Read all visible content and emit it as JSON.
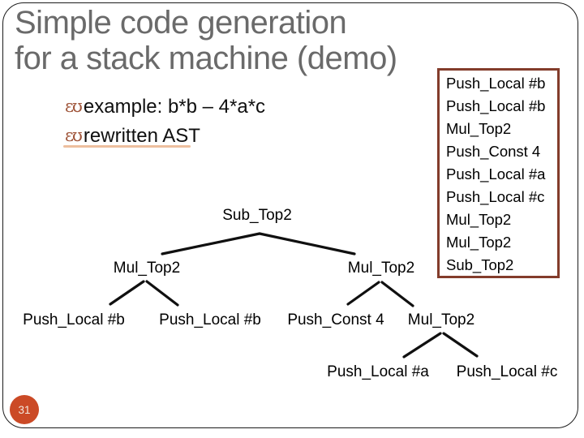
{
  "slide": {
    "title": {
      "line1": "Simple code generation",
      "line2": "for a stack machine (demo)"
    },
    "page_number": "31"
  },
  "bullets": {
    "icon_name": "swirl-bullet-icon",
    "icon_glyph": "εʊ",
    "items": [
      {
        "label": "example: b*b – 4*a*c"
      },
      {
        "label": "rewritten AST"
      }
    ]
  },
  "tree": {
    "nodes": {
      "root": "Sub_Top2",
      "mul_left": "Mul_Top2",
      "mul_right": "Mul_Top2",
      "leaf_b1": "Push_Local #b",
      "leaf_b2": "Push_Local #b",
      "leaf_const4": "Push_Const 4",
      "mul_bottom": "Mul_Top2",
      "leaf_a": "Push_Local #a",
      "leaf_c": "Push_Local #c"
    }
  },
  "code_listing": {
    "lines": [
      "Push_Local #b",
      "Push_Local #b",
      "Mul_Top2",
      "Push_Const 4",
      "Push_Local #a",
      "Push_Local #c",
      "Mul_Top2",
      "Mul_Top2",
      "Sub_Top2"
    ]
  },
  "colors": {
    "title_gray": "#6a6a6a",
    "bullet_glyph": "#a0563b",
    "listing_border": "#833c2b",
    "page_badge": "#cb4a26",
    "slide_border": "#1c1c1c",
    "tree_edge": "#101010"
  }
}
